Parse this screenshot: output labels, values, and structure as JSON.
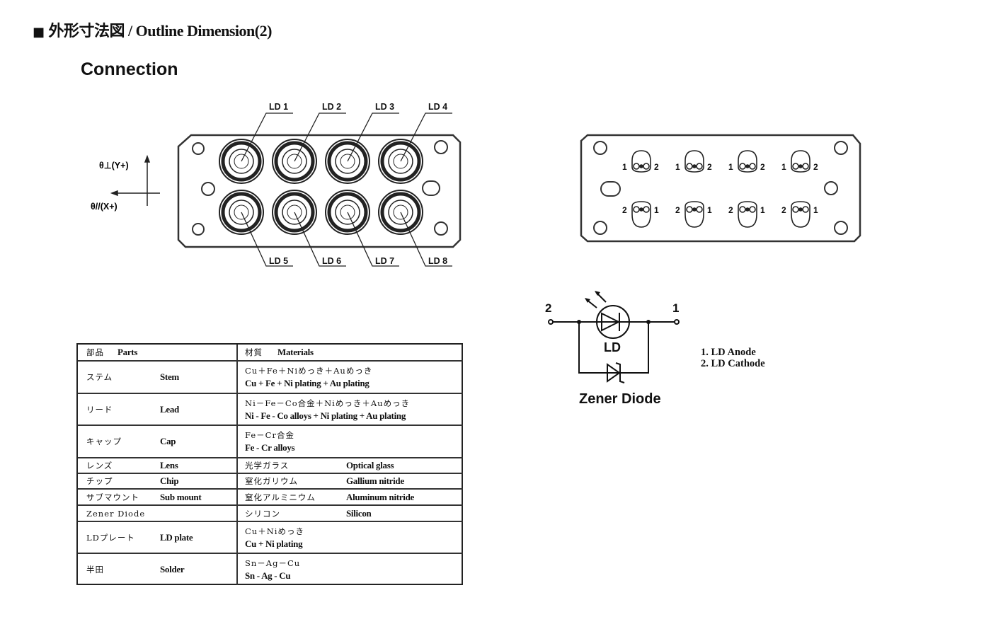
{
  "header": {
    "title_marker": "■",
    "title_jp": "外形寸法図",
    "title_en": " / Outline Dimension(2)",
    "section": "Connection"
  },
  "front_view": {
    "ld_top": [
      "LD 1",
      "LD 2",
      "LD 3",
      "LD 4"
    ],
    "ld_bottom": [
      "LD 5",
      "LD 6",
      "LD 7",
      "LD 8"
    ],
    "axis_y_label": "θ⊥(Y+)",
    "axis_x_label": "θ//(X+)"
  },
  "back_view": {
    "pins_top": {
      "left": "1",
      "right": "2"
    },
    "pins_bottom": {
      "left": "2",
      "right": "1"
    }
  },
  "circuit": {
    "pin_left": "2",
    "pin_right": "1",
    "ld_label": "LD",
    "zener_label": "Zener Diode"
  },
  "legend": {
    "item1": "1. LD Anode",
    "item2": "2. LD Cathode"
  },
  "table": {
    "header": {
      "parts_jp": "部品",
      "parts_en": "Parts",
      "materials_jp": "材質",
      "materials_en": "Materials"
    },
    "rows": [
      {
        "part_jp": "ステム",
        "part_en": "Stem",
        "mat_jp": "Cu＋Fe＋Niめっき＋Auめっき",
        "mat_en": "Cu + Fe + Ni plating + Au plating"
      },
      {
        "part_jp": "リード",
        "part_en": "Lead",
        "mat_jp": "Ni－Fe－Co合金＋Niめっき＋Auめっき",
        "mat_en": "Ni - Fe - Co alloys + Ni plating + Au plating"
      },
      {
        "part_jp": "キャップ",
        "part_en": "Cap",
        "mat_jp": "Fe－Cr合金",
        "mat_en": "Fe - Cr alloys"
      },
      {
        "part_jp": "レンズ",
        "part_en": "Lens",
        "mat_jp": "光学ガラス",
        "mat_en": "Optical glass"
      },
      {
        "part_jp": "チップ",
        "part_en": "Chip",
        "mat_jp": "窒化ガリウム",
        "mat_en": "Gallium nitride"
      },
      {
        "part_jp": "サブマウント",
        "part_en": "Sub mount",
        "mat_jp": "窒化アルミニウム",
        "mat_en": "Aluminum nitride"
      },
      {
        "part_jp": "Zener Diode",
        "part_en": "",
        "mat_jp": "シリコン",
        "mat_en": "Silicon"
      },
      {
        "part_jp": "LDプレート",
        "part_en": "LD plate",
        "mat_jp": "Cu＋Niめっき",
        "mat_en": "Cu + Ni plating"
      },
      {
        "part_jp": "半田",
        "part_en": "Solder",
        "mat_jp": "Sn－Ag－Cu",
        "mat_en": "Sn - Ag - Cu"
      }
    ]
  }
}
